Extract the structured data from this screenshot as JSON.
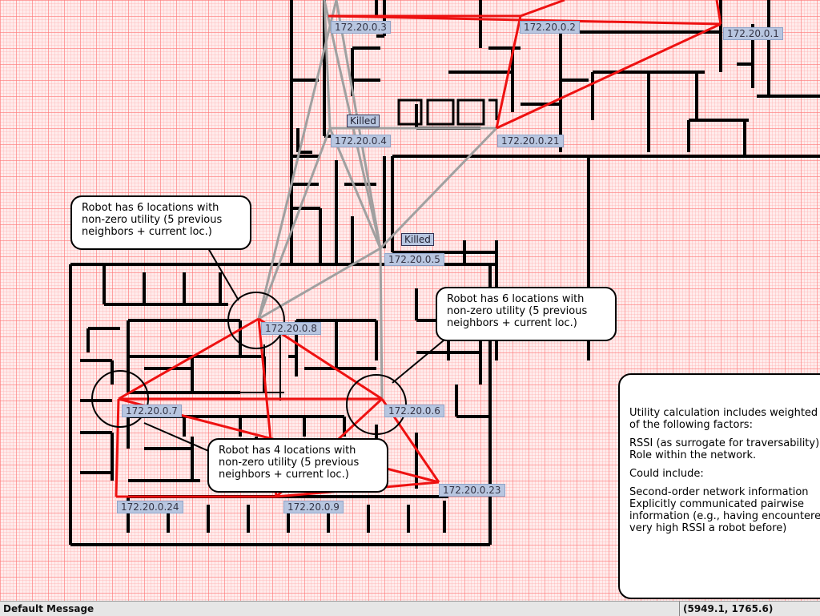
{
  "status_bar": {
    "message": "Default Message",
    "coordinates": "(5949.1, 1765.6)"
  },
  "nodes": [
    {
      "id": "n3",
      "label": "172.20.0.3"
    },
    {
      "id": "n2",
      "label": "172.20.0.2"
    },
    {
      "id": "n1",
      "label": "172.20.0.1"
    },
    {
      "id": "n4",
      "label": "172.20.0.4"
    },
    {
      "id": "n21",
      "label": "172.20.0.21"
    },
    {
      "id": "n5",
      "label": "172.20.0.5"
    },
    {
      "id": "n8",
      "label": "172.20.0.8"
    },
    {
      "id": "n7",
      "label": "172.20.0.7"
    },
    {
      "id": "n6",
      "label": "172.20.0.6"
    },
    {
      "id": "n24",
      "label": "172.20.0.24"
    },
    {
      "id": "n9",
      "label": "172.20.0.9"
    },
    {
      "id": "n23",
      "label": "172.20.0.23"
    }
  ],
  "killed_tags": [
    "Killed",
    "Killed"
  ],
  "callouts": [
    {
      "lines": [
        "Robot has 6 locations with",
        "non-zero utility (5 previous",
        "neighbors + current loc.)"
      ]
    },
    {
      "lines": [
        "Robot has 6 locations with",
        "non-zero utility (5 previous",
        "neighbors + current loc.)"
      ]
    },
    {
      "lines": [
        "Robot has 4 locations with",
        "non-zero utility (5 previous",
        "neighbors + current loc.)"
      ]
    }
  ],
  "info_panel": {
    "paragraphs": [
      [
        "Utility calculation includes weighted",
        "of the following factors:"
      ],
      [
        "RSSI (as surrogate for traversability)",
        "Role within the network."
      ],
      [
        "Could include:"
      ],
      [
        "Second-order network information",
        "Explicitly communicated pairwise",
        "information (e.g., having encountered",
        "very high RSSI a robot  before)"
      ]
    ]
  },
  "colors": {
    "active_link": "#ee1111",
    "inactive_link": "#a0a0a0",
    "walls": "#000000",
    "grid": "#ffaaaa",
    "label_bg": "#b8c6e0"
  }
}
